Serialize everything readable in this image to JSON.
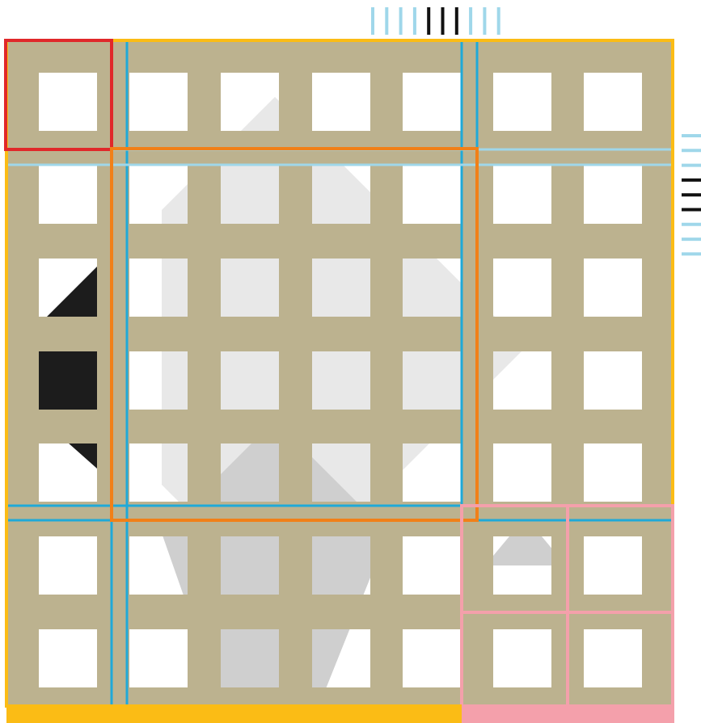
{
  "colors": {
    "background": "#ffffff",
    "mat": "#bcb28f",
    "pane": "#ffffff",
    "dark_shape": "#1c1c1c",
    "light_shape": "#e8e8e8",
    "grey_shape": "#cfcfcf",
    "frame_yellow": "#fbbc15",
    "frame_red": "#e0282a",
    "frame_orange": "#f18018",
    "frame_pink": "#f4a0ab",
    "guide_blue": "#1fa9d8",
    "guide_lightblue": "#9fd7ea",
    "tick_black": "#111111",
    "bar_yellow": "#fbbc15",
    "bar_pink": "#f4a0ab"
  },
  "grid": {
    "rows": 7,
    "columns": 7
  },
  "top_ruler": {
    "ticks": [
      "light",
      "light",
      "light",
      "light",
      "dark",
      "dark",
      "dark",
      "light",
      "light",
      "light"
    ]
  },
  "right_ruler": {
    "ticks": [
      "light",
      "light",
      "light",
      "dark",
      "dark",
      "dark",
      "light",
      "light",
      "light"
    ]
  },
  "highlights": [
    {
      "id": "outer-frame",
      "color": "frame_yellow"
    },
    {
      "id": "corner-cell",
      "color": "frame_red"
    },
    {
      "id": "center-block",
      "color": "frame_orange"
    },
    {
      "id": "lower-right-block",
      "color": "frame_pink"
    }
  ]
}
